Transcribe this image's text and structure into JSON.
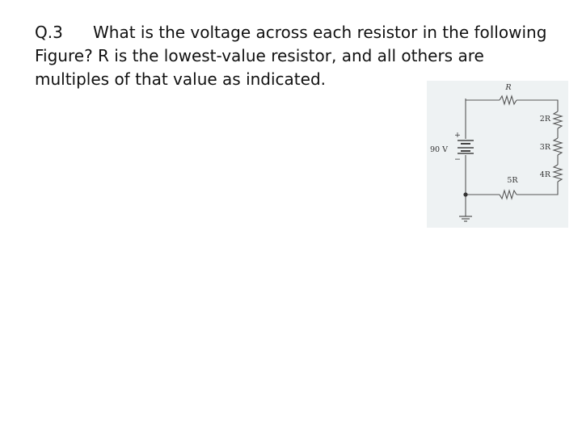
{
  "question": {
    "number": "Q.3",
    "text": "What is the voltage across each resistor in the following Figure? R is the lowest-value resistor, and all others are multiples of that value as indicated."
  },
  "circuit": {
    "source_voltage": "90 V",
    "source_plus": "+",
    "source_minus": "−",
    "resistors": {
      "r1": "R",
      "r2": "2R",
      "r3": "3R",
      "r4": "4R",
      "r5": "5R"
    }
  }
}
